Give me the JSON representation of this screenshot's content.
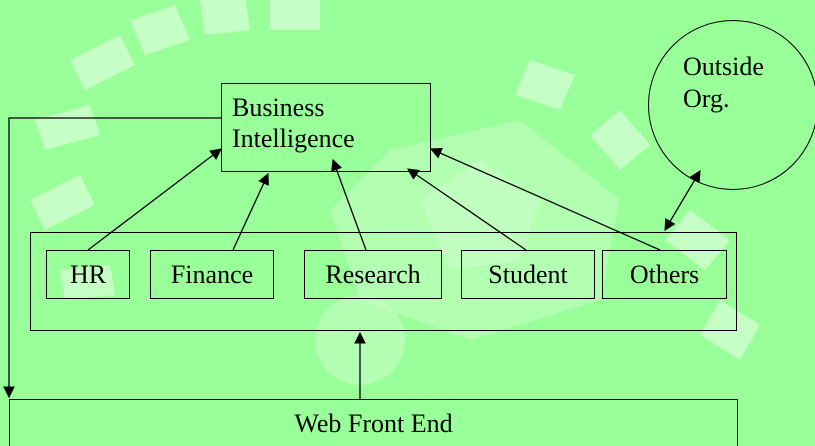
{
  "diagram": {
    "business_intelligence": {
      "line1": "Business",
      "line2": "Intelligence"
    },
    "departments": [
      "HR",
      "Finance",
      "Research",
      "Student",
      "Others"
    ],
    "outside_org": {
      "line1": "Outside",
      "line2": "Org."
    },
    "web_front_end": "Web Front End"
  },
  "colors": {
    "background": "#99ff99",
    "watermark": "#c6ffc6",
    "line": "#000000"
  }
}
